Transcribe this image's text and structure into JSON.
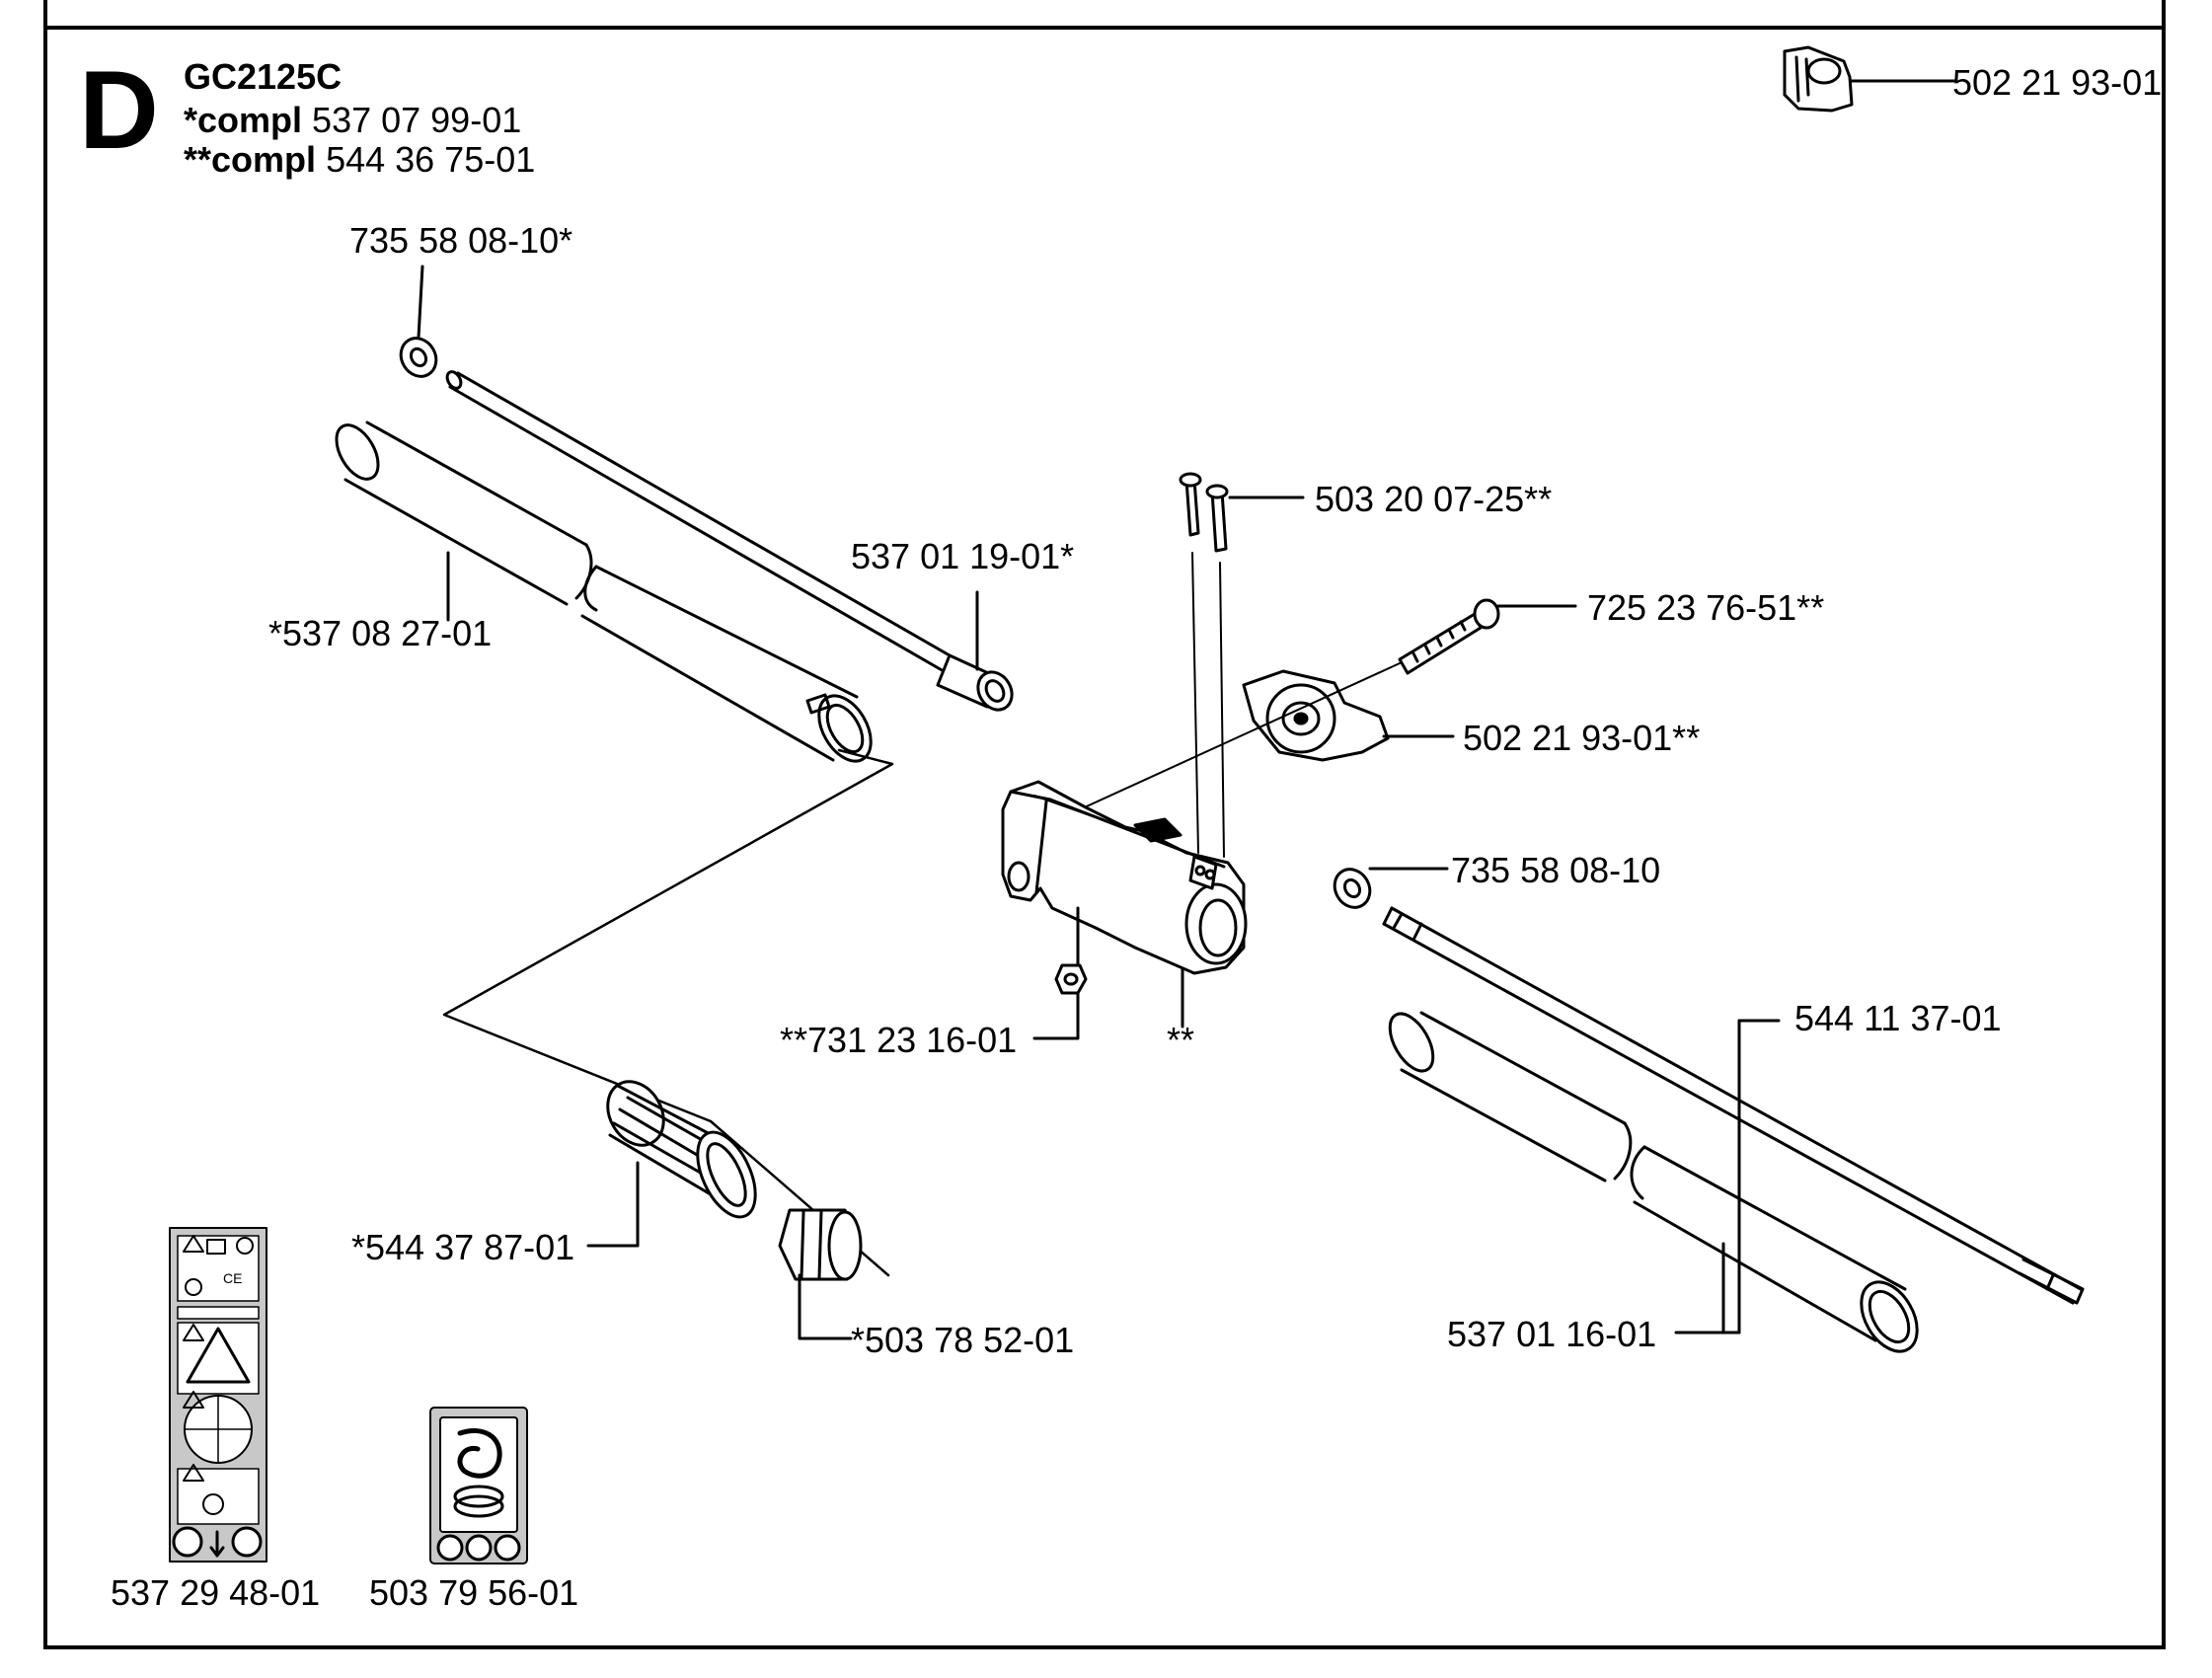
{
  "header": {
    "section_letter": "D",
    "model": "GC2125C",
    "compl_single_prefix": "*",
    "compl_single_word": "compl",
    "compl_single_number": "537 07 99-01",
    "compl_double_prefix": "**",
    "compl_double_word": "compl",
    "compl_double_number": "544 36 75-01"
  },
  "parts": {
    "knob_top": "502 21 93-01",
    "washer_upper": "735 58 08-10*",
    "drive_shaft_upper": "537 01 19-01*",
    "tube_upper": "*537 08 27-01",
    "screws": "503 20 07-25**",
    "bolt": "725 23 76-51**",
    "knob_clamp": "502 21 93-01**",
    "washer_lower": "735 58 08-10",
    "nut": "**731 23 16-01",
    "coupling_marker": "**",
    "drive_shaft_lower": "544 11 37-01",
    "bushing": "*544 37 87-01",
    "tube_lower": "537 01 16-01",
    "sleeve": "*503 78 52-01",
    "decal_warning": "537 29 48-01",
    "decal_trimmer": "503 79 56-01"
  }
}
